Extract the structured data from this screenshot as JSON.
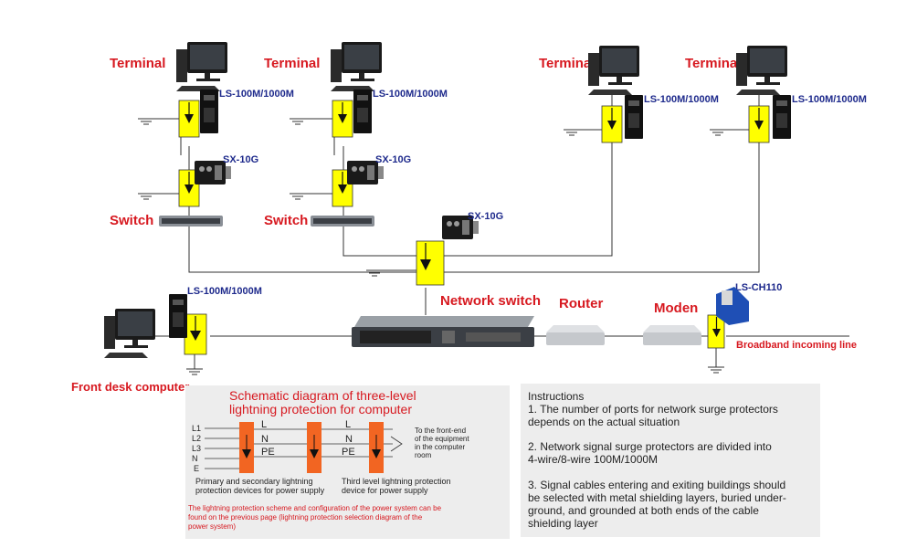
{
  "labels": {
    "terminal": "Terminal",
    "switch": "Switch",
    "network_switch": "Network switch",
    "router": "Router",
    "modem": "Moden",
    "front_desk": "Front desk computer",
    "broadband": "Broadband incoming line"
  },
  "models": {
    "ls100": "LS-100M/1000M",
    "sx10g": "SX-10G",
    "lsch110": "LS-CH110"
  },
  "schematic": {
    "title_line1": "Schematic diagram of three-level",
    "title_line2": "lightning protection for computer",
    "lines": [
      "L1",
      "L2",
      "L3",
      "N",
      "E"
    ],
    "conductors": [
      "L",
      "N",
      "PE"
    ],
    "front_end_lines": [
      "To the front-end",
      "of the equipment",
      "in the computer",
      "room"
    ],
    "primary_lines": [
      "Primary and secondary lightning",
      "protection devices for power supply"
    ],
    "third_lines": [
      "Third level lightning protection",
      "device for power supply"
    ],
    "note_lines": [
      "The lightning protection scheme and configuration of the power system can be",
      "found on the previous page (lightning protection selection diagram of the",
      "power system)"
    ]
  },
  "instructions": {
    "title": "Instructions",
    "item1_lines": [
      "1. The number of ports for network surge protectors",
      "depends on the actual situation"
    ],
    "item2_lines": [
      "2. Network signal surge protectors are divided into",
      "4-wire/8-wire 100M/1000M"
    ],
    "item3_lines": [
      "3. Signal cables entering and exiting buildings should",
      "be selected with metal shielding layers, buried under-",
      "ground, and grounded at both ends of the cable",
      "shielding layer"
    ]
  },
  "colors": {
    "label_red": "#d71920",
    "model_blue": "#1e2a8c",
    "protector_yellow": "#ffff00",
    "surge_orange": "#f26522",
    "panel_gray": "#ededed"
  }
}
